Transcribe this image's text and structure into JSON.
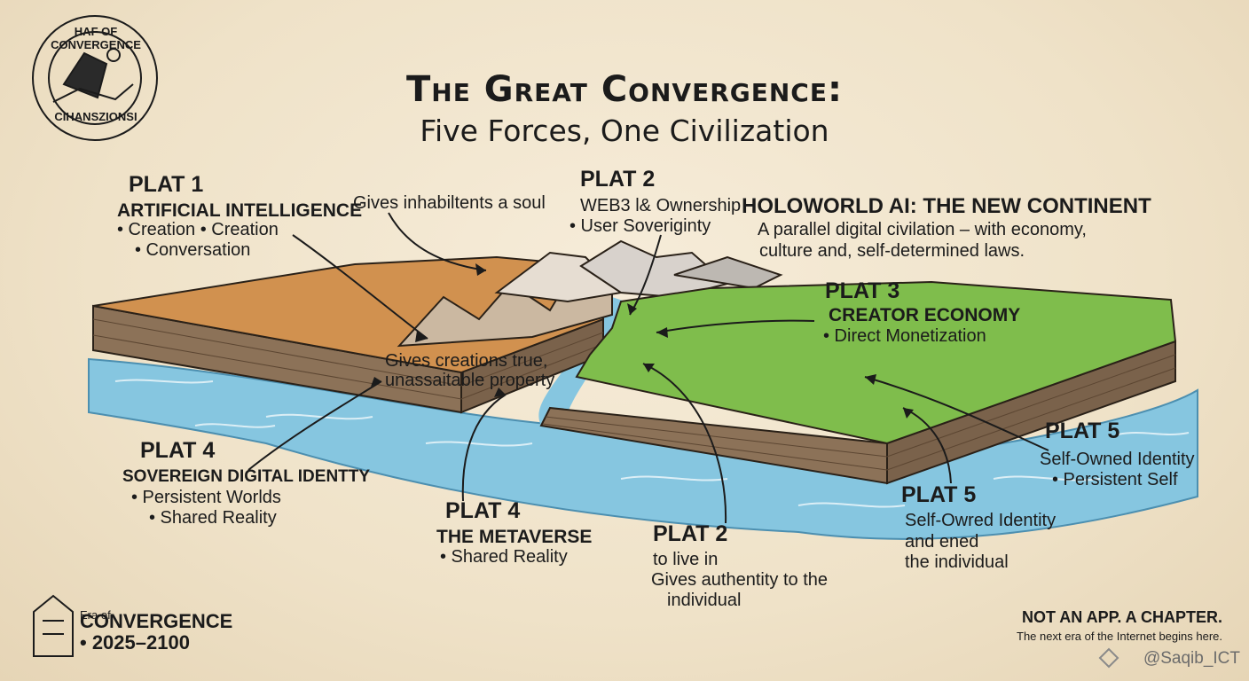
{
  "title_line1": "The Great Convergence:",
  "title_line2": "Five Forces, One Civilization",
  "seal": {
    "top_text": "HAF OF CONVERGENCE",
    "bottom_text": "CIHANSZIONSI"
  },
  "plat1": {
    "label": "PLAT 1",
    "heading": "ARTIFICIAL INTELLIGENCE",
    "line1": "• Creation • Creation",
    "line2": "• Conversation"
  },
  "soul_note": "Gives inhabiltents a soul",
  "plat2_top": {
    "label": "PLAT 2",
    "heading": "WEB3 l& Ownership",
    "line1": "• User Soveriginty"
  },
  "holoworld": {
    "heading": "HOLOWORLD AI: THE NEW CONTINENT",
    "line1": "A parallel digital civilation – with economy,",
    "line2": "culture and, self-determined laws."
  },
  "plat3": {
    "label": "PLAT 3",
    "heading": "CREATOR ECONOMY",
    "line1": "• Direct Monetization"
  },
  "property_note": {
    "line1": "Gives creations true,",
    "line2": "unassaitable property"
  },
  "plat4_left": {
    "label": "PLAT 4",
    "heading": "SOVEREIGN DIGITAL IDENTTY",
    "line1": "• Persistent Worlds",
    "line2": "• Shared Reality"
  },
  "plat4_mid": {
    "label": "PLAT 4",
    "heading": "THE METAVERSE",
    "line1": "• Shared Reality"
  },
  "plat2_bottom": {
    "label": "PLAT 2",
    "line1": "to live in",
    "line2": "Gives authentity to the",
    "line3": "individual"
  },
  "plat5_mid": {
    "label": "PLAT 5",
    "line1": "Self-Owred Identity",
    "line2": "and ened",
    "line3": "the individual"
  },
  "plat5_right": {
    "label": "PLAT 5",
    "line1": "Self-Owned Identity",
    "line2": "• Persistent Self"
  },
  "era": {
    "small": "Era of",
    "big": "CONVERGENCE",
    "years": "• 2025–2100"
  },
  "tagline": {
    "line1": "NOT AN APP. A CHAPTER.",
    "line2": "The next era of the Internet begins here."
  },
  "watermark": "@Saqib_ICT",
  "colors": {
    "paper": "#efe2c8",
    "ink": "#1b1b1b",
    "desert": "#cf8e4f",
    "grass": "#7dbb4a",
    "water": "#7cc0dd",
    "soil": "#8c7258"
  }
}
